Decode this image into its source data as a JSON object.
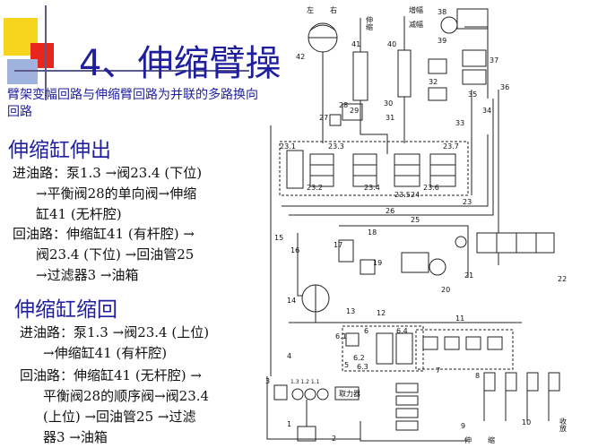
{
  "slide": {
    "title": "4、伸缩臂操",
    "intro": "臂架变幅回路与伸缩臂回路为并联的多路换向回路",
    "extend": {
      "heading": "伸缩缸伸出",
      "supply": {
        "line1": "进油路：泵1.3 →阀23.4 (下位)",
        "line2": "→平衡阀28的单向阀→伸缩",
        "line3": "缸41 (无杆腔)"
      },
      "return": {
        "line1": "回油路：伸缩缸41 (有杆腔) →",
        "line2": "阀23.4 (下位) →回油管25",
        "line3": "→过滤器3 →油箱"
      }
    },
    "retract": {
      "heading": "伸缩缸缩回",
      "supply": {
        "line1": "进油路：泵1.3 →阀23.4 (上位)",
        "line2": "→伸缩缸41 (有杆腔)"
      },
      "return": {
        "line1": "回油路：伸缩缸41 (无杆腔) →",
        "line2": "平衡阀28的顺序阀→阀23.4",
        "line3": "(上位) →回油管25 →过滤",
        "line4": "器3 →油箱"
      }
    }
  },
  "diagram": {
    "top_labels": {
      "left": "左",
      "right": "右",
      "extend_word": "伸缩",
      "luffing_up": "增幅",
      "luffing_down": "减幅"
    },
    "bottom_labels": {
      "extend_bottom": "伸",
      "retract_bottom": "缩",
      "retract_vertical": "收放"
    },
    "device_label": "取力器",
    "numbers": {
      "n42": "42",
      "n41": "41",
      "n40": "40",
      "n38": "38",
      "n39": "39",
      "n37": "37",
      "n29": "29",
      "n28": "28",
      "n27": "27",
      "n31": "31",
      "n30": "30",
      "n32": "32",
      "n35": "35",
      "n36": "36",
      "n34": "34",
      "n33": "33",
      "v231": "23.1",
      "v232": "23.2",
      "v233": "23.3",
      "v234": "23.4",
      "v235": "23.5",
      "n24": "24",
      "v236": "23.6",
      "v237": "23.7",
      "n23": "23",
      "n26": "26",
      "n25": "25",
      "n15": "15",
      "n16": "16",
      "n17": "17",
      "n18": "18",
      "n19": "19",
      "n20": "20",
      "n21": "21",
      "n22": "22",
      "n14": "14",
      "n13": "13",
      "n12": "12",
      "n11": "11",
      "n4": "4",
      "v61": "6.1",
      "n6": "6",
      "v64": "6.4",
      "v62": "6.2",
      "v63": "6.3",
      "n5": "5",
      "n7": "7",
      "n8": "8",
      "n3": "3",
      "pumps": "1.3 1.2 1.1",
      "n10": "10",
      "n9": "9",
      "n1": "1",
      "n2": "2"
    }
  }
}
